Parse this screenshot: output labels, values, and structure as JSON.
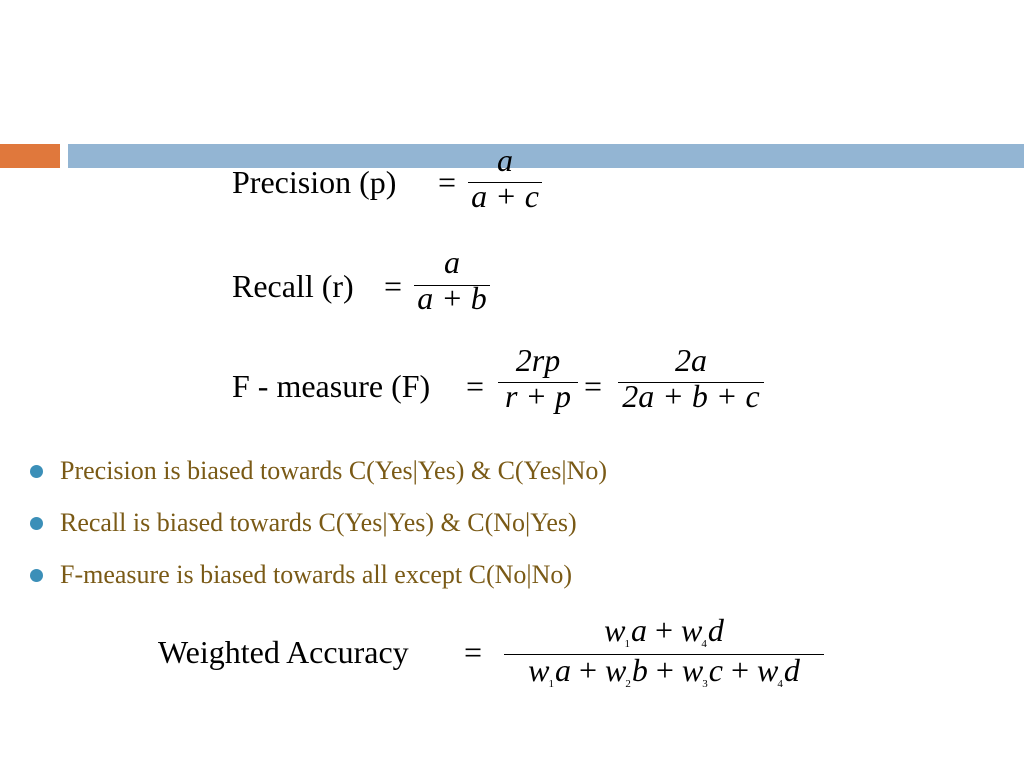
{
  "decor": {
    "accent_color": "#e0783c",
    "bar_color": "#93b5d3",
    "bullet_color": "#3b8fb8",
    "bullet_text_color": "#7a5a16"
  },
  "precision": {
    "label": "Precision (p)",
    "equals": "=",
    "numerator": "a",
    "denominator": "a + c"
  },
  "recall": {
    "label": "Recall (r)",
    "equals": "=",
    "numerator": "a",
    "denominator": "a + b"
  },
  "fmeasure": {
    "label": "F - measure (F)",
    "equals1": "=",
    "num1": "2rp",
    "den1": "r + p",
    "equals2": "=",
    "num2": "2a",
    "den2": "2a + b + c"
  },
  "bullets": [
    "Precision is biased towards C(Yes|Yes) & C(Yes|No)",
    "Recall is biased towards C(Yes|Yes) & C(No|Yes)",
    "F-measure is biased towards all except C(No|No)"
  ],
  "weighted": {
    "label": "Weighted Accuracy",
    "equals": "=",
    "num_terms": [
      {
        "w": "w",
        "sub": "1",
        "v": "a"
      },
      {
        "op": "+"
      },
      {
        "w": "w",
        "sub": "4",
        "v": "d"
      }
    ],
    "den_terms": [
      {
        "w": "w",
        "sub": "1",
        "v": "a"
      },
      {
        "op": "+"
      },
      {
        "w": "w",
        "sub": "2",
        "v": "b"
      },
      {
        "op": "+"
      },
      {
        "w": "w",
        "sub": "3",
        "v": "c"
      },
      {
        "op": "+"
      },
      {
        "w": "w",
        "sub": "4",
        "v": "d"
      }
    ]
  }
}
